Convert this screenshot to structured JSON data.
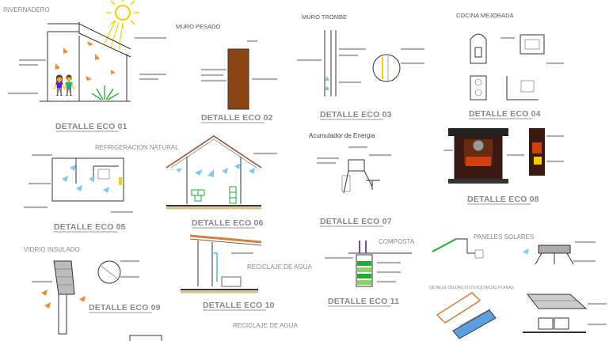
{
  "sheet": {
    "section_labels": {
      "invernadero": "INVERNADERO",
      "muro_pesado": "MURO PESADO",
      "muro_trombe": "MURO TROMBE",
      "cocina_mejorada": "COCINA MEJORADA",
      "refrigeracion_natural": "REFRIGERACION NATURAL",
      "acumulador_de_energia": "Acumulador de Energia",
      "vidrio_insulado": "VIDRIO INSULADO",
      "reciclaje_de_agua": "RECICLAJE DE AGUA",
      "reciclaje_de_agua_2": "RECICLAJE DE AGUA",
      "composta": "COMPOSTA",
      "paneles_solares": "PANELES SOLARES",
      "detalle_celdas": "DETALLE CELDAS FOTOVOLTAICAS PLANAS"
    },
    "detail_titles": {
      "eco01": "DETALLE ECO 01",
      "eco02": "DETALLE ECO 02",
      "eco03": "DETALLE ECO 03",
      "eco04": "DETALLE ECO 04",
      "eco05": "DETALLE ECO 05",
      "eco06": "DETALLE ECO 06",
      "eco07": "DETALLE ECO 07",
      "eco08": "DETALLE ECO 08",
      "eco09": "DETALLE ECO 09",
      "eco10": "DETALLE ECO 10",
      "eco11": "DETALLE ECO 11"
    },
    "colors": {
      "wood": "#8b4513",
      "cool_air": "#7ec9f0",
      "warm_air": "#f08a3a",
      "plant": "#22aa33",
      "sun": "#f5d000",
      "panel": "#5aa0e0",
      "fire": "#d04010"
    }
  }
}
